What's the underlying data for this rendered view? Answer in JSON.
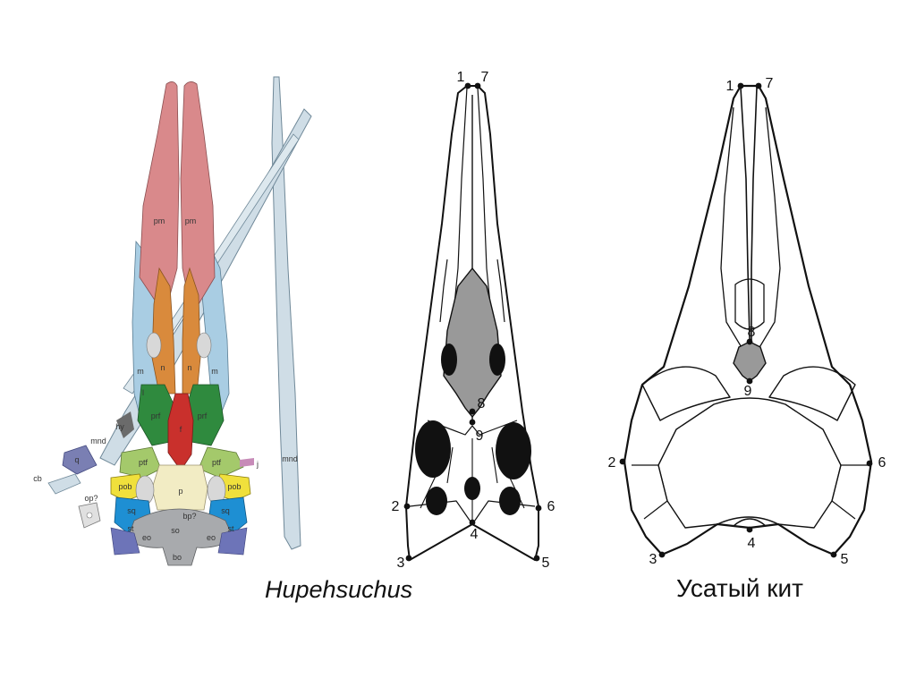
{
  "captions": {
    "hupehsuchus": "Hupehsuchus",
    "baleen_whale": "Усатый кит"
  },
  "bone_labels": {
    "pm_left": "pm",
    "pm_right": "pm",
    "m_left": "m",
    "m_right": "m",
    "n_left": "n",
    "n_right": "n",
    "l": "l",
    "prf_left": "prf",
    "prf_right": "prf",
    "f": "f",
    "hy": "hy",
    "mnd_left": "mnd",
    "mnd_right": "mnd",
    "q": "q",
    "cb": "cb",
    "op": "op?",
    "ptf_left": "ptf",
    "ptf_right": "ptf",
    "j": "j",
    "p": "p",
    "pob_left": "pob",
    "pob_right": "pob",
    "sq_left": "sq",
    "sq_right": "sq",
    "bp": "bp?",
    "st_left": "st",
    "st_right": "st",
    "so": "so",
    "eo_left": "eo",
    "eo_right": "eo",
    "bo": "bo"
  },
  "landmarks": [
    "1",
    "2",
    "3",
    "4",
    "5",
    "6",
    "7",
    "8",
    "9"
  ],
  "colors": {
    "premaxilla": "#d9898b",
    "maxilla": "#a9cde3",
    "nasal": "#d98a3c",
    "prefrontal": "#2f8a3e",
    "frontal": "#c9302c",
    "parietal": "#f2ecc4",
    "postorbital": "#f0e03c",
    "squamosal": "#1e8fd3",
    "occipital": "#a8aaad",
    "quadrate": "#7a7fb3",
    "mandible": "#cfdde6",
    "hyoid": "#6b6b6b",
    "posterior_frontal": "#a4c96b",
    "jugal": "#c78bb8",
    "landmark_fill": "#999999",
    "outline": "#111111"
  }
}
